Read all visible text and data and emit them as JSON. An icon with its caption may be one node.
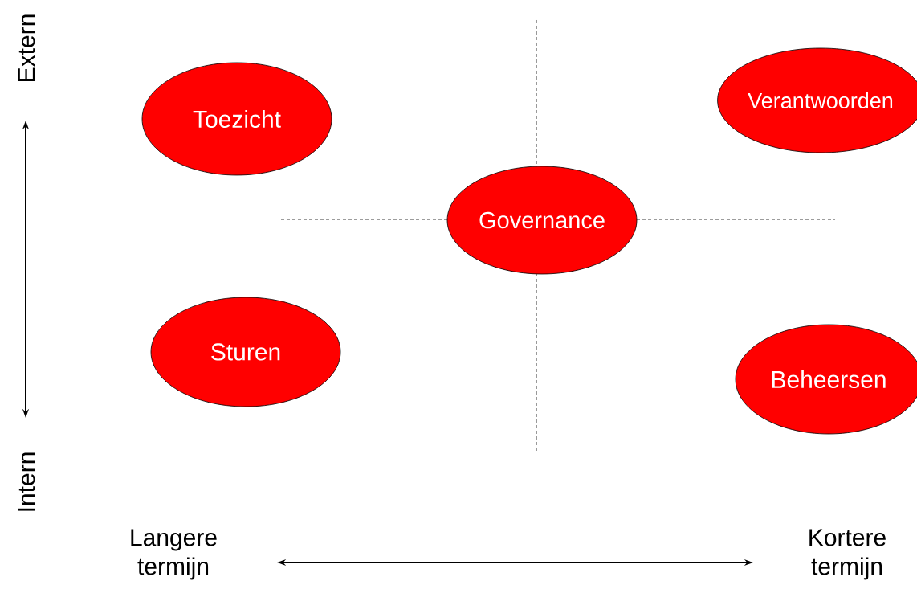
{
  "diagram": {
    "nodes": [
      {
        "text": [
          "Toezicht"
        ]
      },
      {
        "text": [
          "Verantwoorden"
        ]
      },
      {
        "text": [
          "Governance"
        ]
      },
      {
        "text": [
          "Sturen"
        ]
      },
      {
        "text": [
          "Beheersen"
        ]
      }
    ],
    "labels": [
      "Extern",
      "Intern",
      "Langere termijn",
      "Kortere termijn"
    ]
  }
}
